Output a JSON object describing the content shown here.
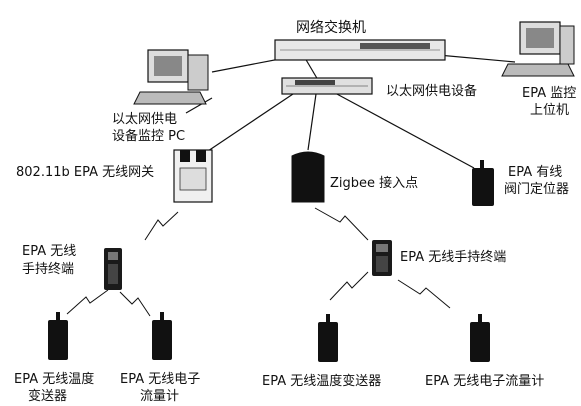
{
  "labels": {
    "network_switch": "网络交换机",
    "poe_device": "以太网供电设备",
    "poe_pc_line1": "以太网供电",
    "poe_pc_line2": "设备监控 PC",
    "epa_host_line1": "EPA 监控",
    "epa_host_line2": "上位机",
    "wifi_gateway": "802.11b EPA 无线网关",
    "zigbee_ap": "Zigbee 接入点",
    "valve_line1": "EPA 有线",
    "valve_line2": "阀门定位器",
    "handheld_left_line1": "EPA 无线",
    "handheld_left_line2": "手持终端",
    "handheld_right": "EPA 无线手持终端",
    "temp_left_line1": "EPA 无线温度",
    "temp_left_line2": "变送器",
    "flow_left_line1": "EPA 无线电子",
    "flow_left_line2": "流量计",
    "temp_right": "EPA 无线温度变送器",
    "flow_right": "EPA 无线电子流量计"
  },
  "colors": {
    "line": "#111111",
    "device_dark": "#1a1a1a",
    "device_light": "#f2f2f2"
  }
}
